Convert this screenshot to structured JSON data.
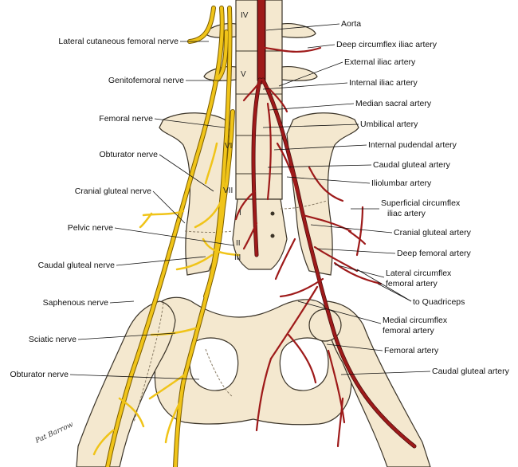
{
  "labels_left": [
    {
      "id": "lateral-cutaneous-femoral-nerve",
      "text": "Lateral cutaneous femoral nerve"
    },
    {
      "id": "genitofemoral-nerve",
      "text": "Genitofemoral nerve"
    },
    {
      "id": "femoral-nerve",
      "text": "Femoral nerve"
    },
    {
      "id": "obturator-nerve-upper",
      "text": "Obturator nerve"
    },
    {
      "id": "cranial-gluteal-nerve",
      "text": "Cranial gluteal nerve"
    },
    {
      "id": "pelvic-nerve",
      "text": "Pelvic nerve"
    },
    {
      "id": "caudal-gluteal-nerve",
      "text": "Caudal gluteal nerve"
    },
    {
      "id": "saphenous-nerve",
      "text": "Saphenous nerve"
    },
    {
      "id": "sciatic-nerve",
      "text": "Sciatic nerve"
    },
    {
      "id": "obturator-nerve-lower",
      "text": "Obturator nerve"
    }
  ],
  "labels_right": [
    {
      "id": "aorta",
      "text": "Aorta"
    },
    {
      "id": "deep-circumflex-iliac-artery",
      "text": "Deep circumflex iliac artery"
    },
    {
      "id": "external-iliac-artery",
      "text": "External iliac artery"
    },
    {
      "id": "internal-iliac-artery",
      "text": "Internal iliac artery"
    },
    {
      "id": "median-sacral-artery",
      "text": "Median sacral artery"
    },
    {
      "id": "umbilical-artery",
      "text": "Umbilical artery"
    },
    {
      "id": "internal-pudendal-artery",
      "text": "Internal pudendal artery"
    },
    {
      "id": "caudal-gluteal-artery-upper",
      "text": "Caudal gluteal artery"
    },
    {
      "id": "iliolumbar-artery",
      "text": "Iliolumbar artery"
    },
    {
      "id": "superficial-circumflex-iliac-artery",
      "lines": [
        "Superficial circumflex",
        "iliac artery"
      ]
    },
    {
      "id": "cranial-gluteal-artery",
      "text": "Cranial gluteal artery"
    },
    {
      "id": "deep-femoral-artery",
      "text": "Deep femoral artery"
    },
    {
      "id": "lateral-circumflex-femoral-artery",
      "lines": [
        "Lateral circumflex",
        "femoral artery"
      ]
    },
    {
      "id": "to-quadriceps",
      "text": "to Quadriceps"
    },
    {
      "id": "medial-circumflex-femoral-artery",
      "lines": [
        "Medial circumflex",
        "femoral artery"
      ]
    },
    {
      "id": "femoral-artery",
      "text": "Femoral artery"
    },
    {
      "id": "caudal-gluteal-artery-lower",
      "text": "Caudal gluteal artery"
    }
  ],
  "vertebra_labels": {
    "lumbar_iv": "IV",
    "lumbar_v": "V",
    "lumbar_vi": "VI",
    "lumbar_vii": "VII",
    "sacral_i": "I",
    "sacral_ii": "II",
    "sacral_iii": "III"
  },
  "signature": "Pat Barrow",
  "colors": {
    "nerve": "#f0c419",
    "artery": "#9e1a1a",
    "bone": "#f4e8cf",
    "outline": "#3a3327"
  }
}
